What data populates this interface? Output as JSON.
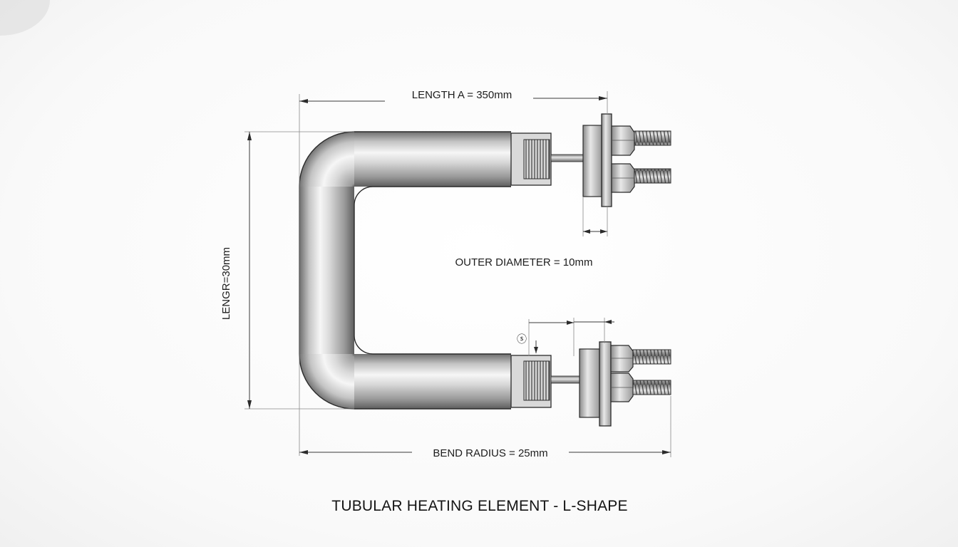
{
  "labels": {
    "length_a": "LENGTH A = 350mm",
    "length_b": "LENGR=30mm",
    "outer_diameter": "OUTER DIAMETER = 10mm",
    "bend_radius": "BEND RADIUS = 25mm",
    "small_mark": "ⓢ",
    "title": "TUBULAR HEATING ELEMENT - L-SHAPE"
  },
  "colors": {
    "background": "#fafafa",
    "tube_light": "#f4f4f4",
    "tube_mid": "#b9b9b9",
    "tube_dark": "#6a6a6a",
    "line": "#2b2b2b"
  },
  "icons": {
    "terminal": "threaded-terminal-stud-icon",
    "nut": "hex-nut-icon",
    "arrow": "dimension-arrow-icon"
  }
}
